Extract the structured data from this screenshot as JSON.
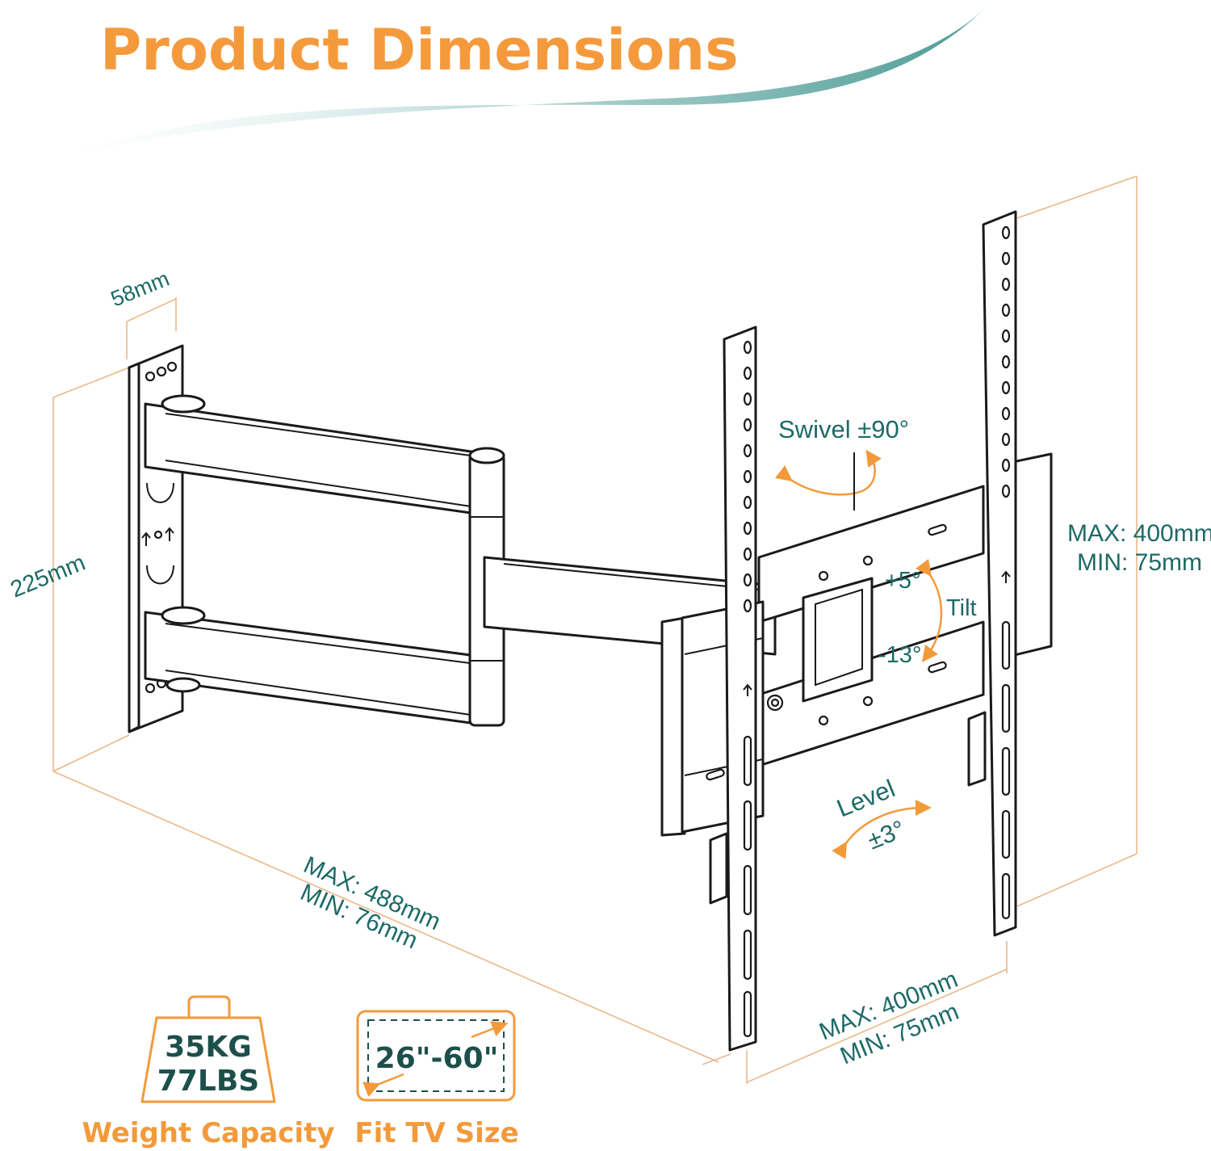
{
  "title": "Product Dimensions",
  "colors": {
    "title": "#f59a3c",
    "dimension_text": "#1d6a66",
    "dimension_line": "#eab98a",
    "accent_arrow": "#f29a3a",
    "swoosh": "#2f8a84"
  },
  "dimensions": {
    "wall_plate_depth": "58mm",
    "wall_plate_height": "225mm",
    "extension_max": "MAX: 488mm",
    "extension_min": "MIN: 76mm",
    "vesa_vertical_max": "MAX: 400mm",
    "vesa_vertical_min": "MIN: 75mm",
    "vesa_horizontal_max": "MAX: 400mm",
    "vesa_horizontal_min": "MIN: 75mm"
  },
  "motion": {
    "swivel": "Swivel ±90°",
    "tilt_up": "+5°",
    "tilt_label": "Tilt",
    "tilt_down": "-13°",
    "level_label": "Level",
    "level_value": "±3°"
  },
  "badges": {
    "weight_kg": "35KG",
    "weight_lbs": "77LBS",
    "weight_caption": "Weight Capacity",
    "tv_size": "26\"-60\"",
    "tv_caption": "Fit TV Size"
  },
  "icons": [
    "weight-icon",
    "tv-size-icon",
    "arrow-up-icon"
  ]
}
